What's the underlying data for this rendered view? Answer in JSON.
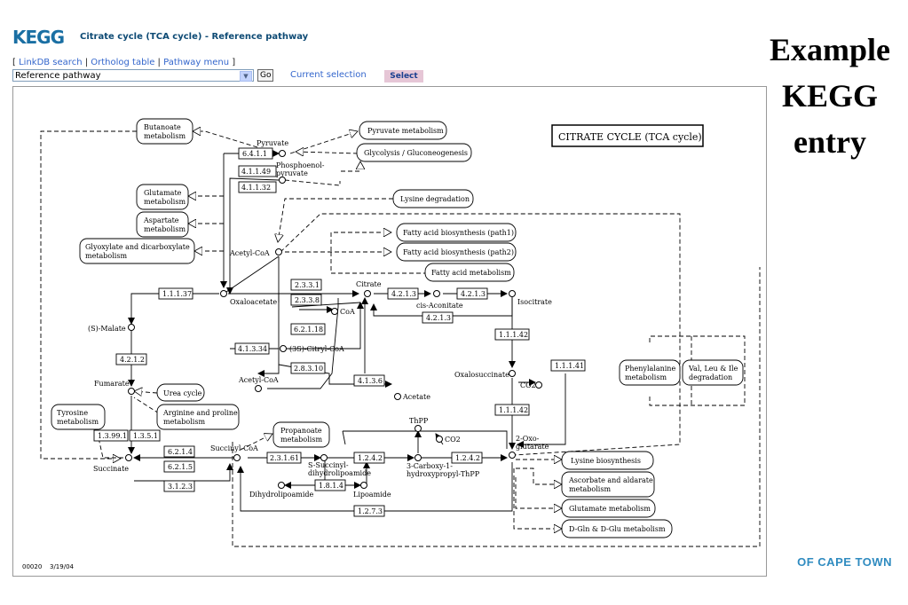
{
  "header": {
    "logo": "KEGG",
    "title": "Citrate cycle (TCA cycle) - Reference pathway",
    "links": [
      "LinkDB search",
      "Ortholog table",
      "Pathway menu"
    ],
    "select_value": "Reference pathway",
    "go_label": "Go",
    "current_selection_label": "Current selection",
    "select_button": "Select"
  },
  "side_title": [
    "Example",
    "KEGG",
    "entry"
  ],
  "footer": {
    "brand": "OF CAPE TOWN",
    "map_id": "00020",
    "date": "3/19/04"
  },
  "diagram": {
    "title_box": "CITRATE CYCLE (TCA cycle)",
    "pathways": {
      "butanoate": [
        "Butanoate",
        "metabolism"
      ],
      "pyruvate_met": "Pyruvate metabolism",
      "glycolysis": "Glycolysis / Gluconeogenesis",
      "glutamate": [
        "Glutamate",
        "metabolism"
      ],
      "aspartate": [
        "Aspartate",
        "metabolism"
      ],
      "glyoxylate": [
        "Glyoxylate and dicarboxylate",
        "metabolism"
      ],
      "lysine_deg": "Lysine degradation",
      "fatty1": "Fatty acid biosynthesis (path1)",
      "fatty2": "Fatty acid biosynthesis (path2)",
      "fatty_met": "Fatty acid metabolism",
      "urea": "Urea cycle",
      "arginine": [
        "Arginine and proline",
        "metabolism"
      ],
      "tyrosine": [
        "Tyrosine",
        "metabolism"
      ],
      "propanoate": [
        "Propanoate",
        "metabolism"
      ],
      "phenylalanine": [
        "Phenylalanine",
        "metabolism"
      ],
      "valine": [
        "Val, Leu & Ile",
        "degradation"
      ],
      "lysine_bio": "Lysine biosynthesis",
      "ascorbate": [
        "Ascorbate and aldarate",
        "metabolism"
      ],
      "glutamate2": "Glutamate metabolism",
      "dgln": "D-Gln & D-Glu metabolism"
    },
    "compounds": {
      "pyruvate": "Pyruvate",
      "pep": [
        "Phosphoenol-",
        "pyruvate"
      ],
      "acetylcoa": "Acetyl-CoA",
      "oxaloacetate": "Oxaloacetate",
      "citrate": "Citrate",
      "cis_aconitate": "cis-Aconitate",
      "isocitrate": "Isocitrate",
      "malate": "(S)-Malate",
      "fumarate": "Fumarate",
      "succinate": "Succinate",
      "coa": "CoA",
      "citryl": "(3S)-Citryl-CoA",
      "acetylcoa2": "Acetyl-CoA",
      "acetate": "Acetate",
      "oxalosuccinate": "Oxalosuccinate",
      "co2a": "CO2",
      "oxoglutarate": [
        "2-Oxo-",
        "glutarate"
      ],
      "thpp": "ThPP",
      "co2b": "CO2",
      "carboxy": [
        "3-Carboxy-1-",
        "hydroxypropyl-ThPP"
      ],
      "succinyl_dihydro": [
        "S-Succinyl-",
        "dihydrolipoamide"
      ],
      "dihydrolipoamide": "Dihydrolipoamide",
      "lipoamide": "Lipoamide",
      "succinylcoa": "Succinyl-CoA"
    },
    "enzymes": {
      "e6411": "6.4.1.1",
      "e41149": "4.1.1.49",
      "e41132": "4.1.1.32",
      "e11137": "1.1.1.37",
      "e2331": "2.3.3.1",
      "e2338": "2.3.3.8",
      "e4213a": "4.2.1.3",
      "e4213b": "4.2.1.3",
      "e4213c": "4.2.1.3",
      "e62118": "6.2.1.18",
      "e41334": "4.1.3.34",
      "e28310": "2.8.3.10",
      "e4136": "4.1.3.6",
      "e4212": "4.2.1.2",
      "e11142a": "1.1.1.42",
      "e11141": "1.1.1.41",
      "e11142b": "1.1.1.42",
      "e13991": "1.3.99.1",
      "e1351": "1.3.5.1",
      "e6214": "6.2.1.4",
      "e6215": "6.2.1.5",
      "e3123": "3.1.2.3",
      "e23161": "2.3.1.61",
      "e1242a": "1.2.4.2",
      "e1242b": "1.2.4.2",
      "e1814": "1.8.1.4",
      "e1273": "1.2.7.3"
    }
  }
}
